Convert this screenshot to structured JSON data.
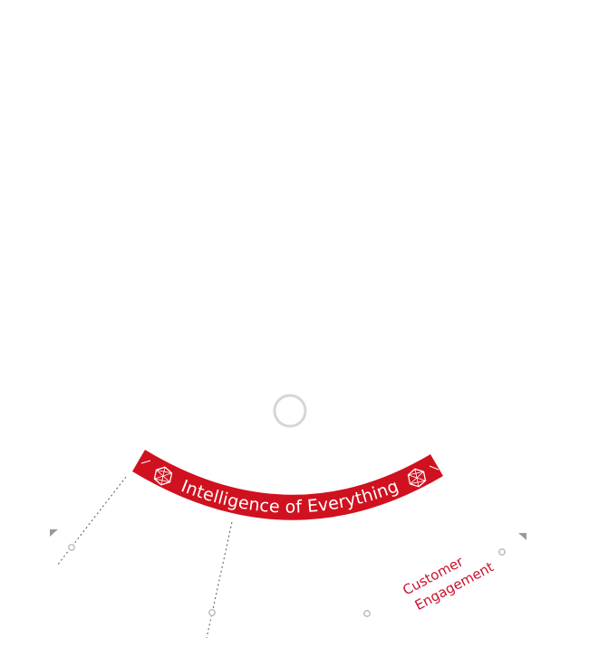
{
  "diagram": {
    "band_label": "Intelligence of Everything",
    "segment_label_line1": "Customer",
    "segment_label_line2": "Engagement",
    "colors": {
      "band": "#d0111f",
      "band_text": "#ffffff",
      "segment_text": "#c8102e",
      "center_ring": "#d6d6d6",
      "dotted_line": "#555555",
      "node": "#bdbdbd",
      "marker": "#999999"
    },
    "icons": {
      "band_left": "hexagon-network-icon",
      "band_right": "hexagon-network-icon",
      "center": "ring-icon"
    }
  }
}
